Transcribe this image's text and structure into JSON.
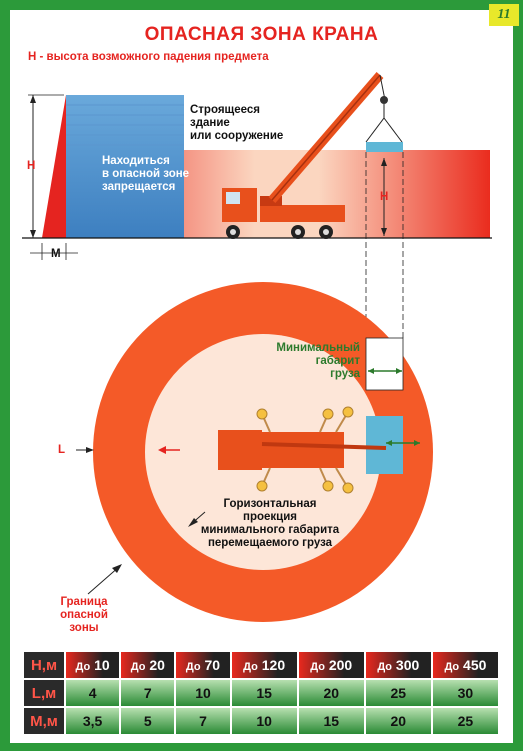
{
  "page_number": "11",
  "title": "ОПАСНАЯ ЗОНА КРАНА",
  "subtitle": "Н - высота возможного падения предмета",
  "labels": {
    "building": "Строящееся\nздание\nили сооружение",
    "forbidden": "Находиться\nв опасной зоне\nзапрещается",
    "h_left": "Н",
    "h_right": "Н",
    "m": "М",
    "l": "L",
    "min_size": "Минимальный\nгабарит\nгруза",
    "projection": "Горизонтальная\nпроекция\nминимального габарита\nперемещаемого груза",
    "boundary": "Граница\nопасной\nзоны"
  },
  "table": {
    "headers": {
      "h": "Н,м",
      "l": "L,м",
      "m": "М,м"
    },
    "prefix": "До",
    "h_values": [
      "10",
      "20",
      "70",
      "120",
      "200",
      "300",
      "450"
    ],
    "l_values": [
      "4",
      "7",
      "10",
      "15",
      "20",
      "25",
      "30"
    ],
    "m_values": [
      "3,5",
      "5",
      "7",
      "10",
      "15",
      "20",
      "25"
    ]
  },
  "colors": {
    "red": "#e52420",
    "green": "#2c9a3a",
    "orange": "#f45a28",
    "zone_light": "#fde6d8"
  }
}
